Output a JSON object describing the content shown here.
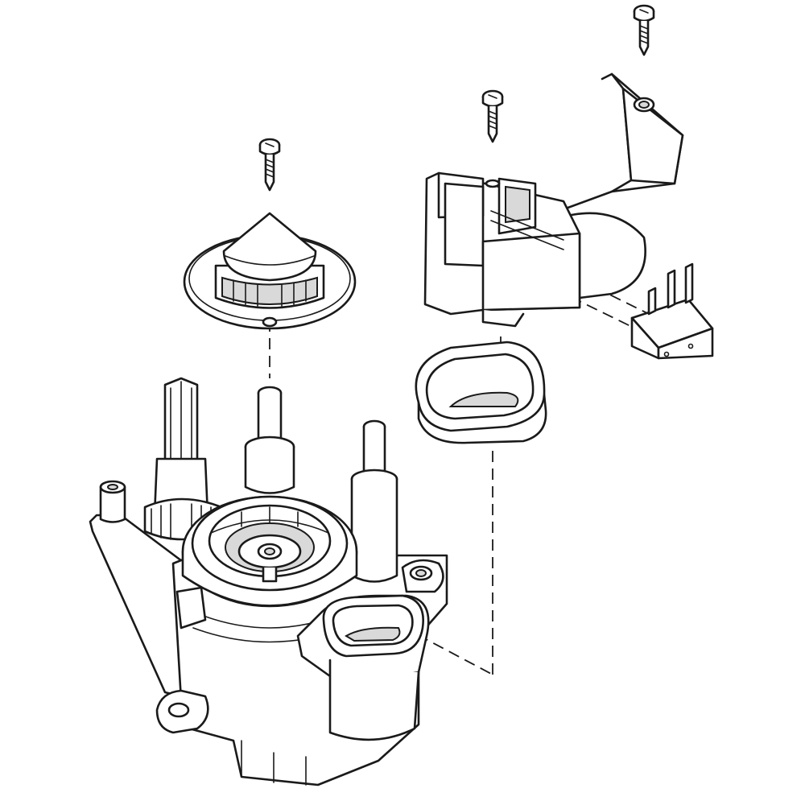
{
  "diagram": {
    "kind": "exploded-parts-view",
    "background": "#ffffff",
    "line_color": "#1a1a1a",
    "shade_color": "#d9d9d9",
    "parts": [
      "screw-top-right",
      "screw-mid-right",
      "screw-cone",
      "cone-cap",
      "bracket-housing",
      "switch-block",
      "oval-gasket",
      "pump-base"
    ]
  }
}
